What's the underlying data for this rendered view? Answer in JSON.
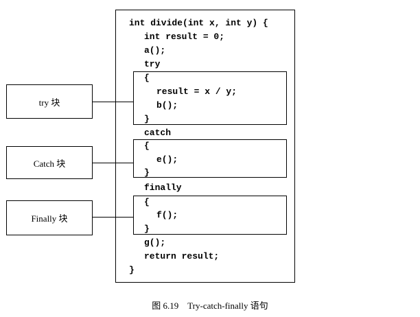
{
  "code": {
    "lines": [
      "int divide(int x, int y) {",
      "int result = 0;",
      "a();",
      "try",
      "{",
      "result = x / y;",
      "b();",
      "}",
      "catch",
      "{",
      "e();",
      "}",
      "finally",
      "{",
      "f();",
      "}",
      "g();",
      "return result;",
      "}"
    ]
  },
  "labels": {
    "try": "try 块",
    "catch": "Catch 块",
    "finally": "Finally 块"
  },
  "caption": "图 6.19    Try-catch-finally 语句"
}
